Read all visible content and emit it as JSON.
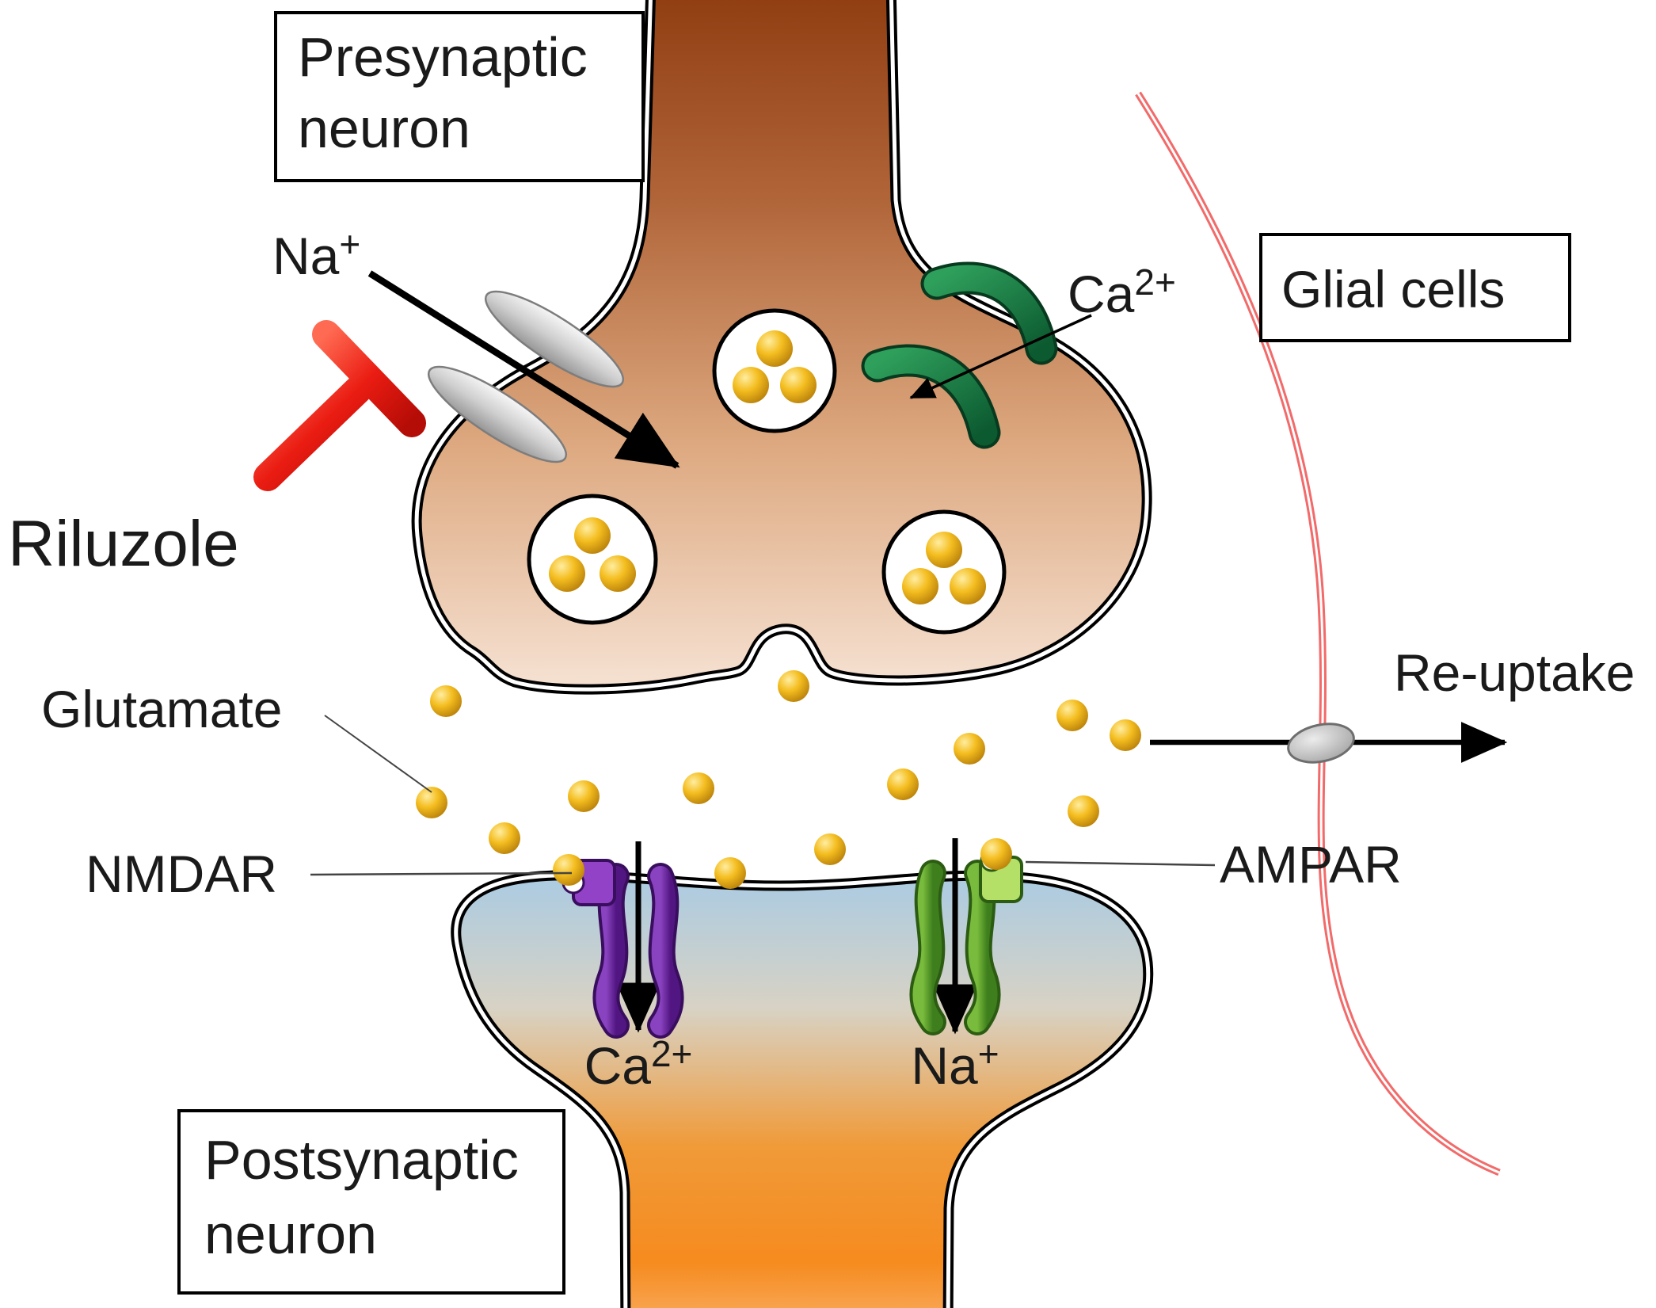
{
  "labels": {
    "presynaptic": {
      "line1": "Presynaptic",
      "line2": "neuron"
    },
    "postsynaptic": {
      "line1": "Postsynaptic",
      "line2": "neuron"
    },
    "glial": "Glial cells",
    "riluzole": "Riluzole",
    "glutamate": "Glutamate",
    "nmdar": "NMDAR",
    "ampar": "AMPAR",
    "reuptake": "Re-uptake",
    "sodium": {
      "base": "Na",
      "sup": "+"
    },
    "calcium": {
      "base": "Ca",
      "sup": "2+"
    }
  },
  "colors": {
    "riluzole_red": "#ee1a14",
    "glial_membrane_red": "#f26a6a",
    "glutamate_gold": "#f3b31c",
    "presynaptic_brown": "#a34a15",
    "postsynaptic_blue": "#a9cbe3",
    "postsynaptic_orange": "#f5941e",
    "nmdar_purple": "#6a2d9e",
    "ampar_green": "#55a433",
    "calcium_channel_green": "#17744a",
    "sodium_channel_gray": "#c9c9c9",
    "text_black": "#1a1a1a"
  }
}
